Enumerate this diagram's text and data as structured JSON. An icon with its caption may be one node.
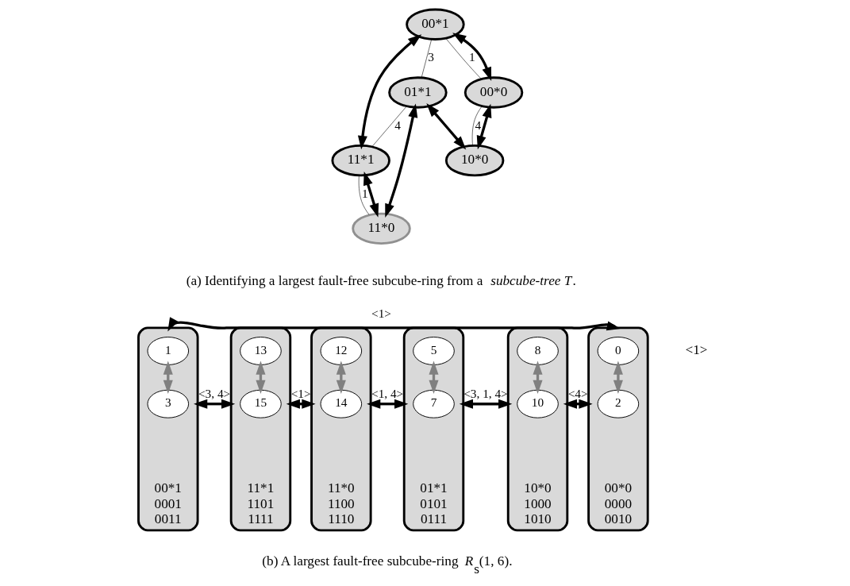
{
  "diagram": {
    "nodes": [
      {
        "text": [
          "00*1"
        ]
      },
      {
        "text": [
          "01*1"
        ]
      },
      {
        "text": [
          "00*0"
        ]
      },
      {
        "text": [
          "11*1"
        ]
      },
      {
        "text": [
          "10*0"
        ]
      },
      {
        "text": [
          "11*0"
        ]
      },
      {
        "text": [
          "00*1",
          "0001",
          "0011"
        ]
      },
      {
        "text": [
          "1"
        ],
        "in": 6
      },
      {
        "text": [
          "3"
        ],
        "in": 6
      },
      {
        "text": [
          "11*1",
          "1101",
          "1111"
        ]
      },
      {
        "text": [
          "13"
        ],
        "in": 9
      },
      {
        "text": [
          "15"
        ],
        "in": 9
      },
      {
        "text": [
          "11*0",
          "1100",
          "1110"
        ]
      },
      {
        "text": [
          "12"
        ],
        "in": 12
      },
      {
        "text": [
          "14"
        ],
        "in": 12
      },
      {
        "text": [
          "01*1",
          "0101",
          "0111"
        ]
      },
      {
        "text": [
          "5"
        ],
        "in": 15
      },
      {
        "text": [
          "7"
        ],
        "in": 15
      },
      {
        "text": [
          "10*0",
          "1000",
          "1010"
        ]
      },
      {
        "text": [
          "8"
        ],
        "in": 18
      },
      {
        "text": [
          "10"
        ],
        "in": 18
      },
      {
        "text": [
          "00*0",
          "0000",
          "0010"
        ]
      },
      {
        "text": [
          "0"
        ],
        "in": 21
      },
      {
        "text": [
          "2"
        ],
        "in": 21
      }
    ],
    "edges": [
      {
        "from": 0,
        "to": 1,
        "arrow": "none",
        "label": "3"
      },
      {
        "from": 0,
        "to": 2,
        "arrow": "none",
        "label": "1"
      },
      {
        "from": 1,
        "to": 3,
        "arrow": "none",
        "label": "4"
      },
      {
        "from": 2,
        "to": 4,
        "arrow": "none",
        "label": "4"
      },
      {
        "from": 3,
        "to": 5,
        "arrow": "none",
        "label": "1"
      },
      {
        "from": 0,
        "to": 3,
        "arrow": "both"
      },
      {
        "from": 0,
        "to": 2,
        "arrow": "both"
      },
      {
        "from": 1,
        "to": 4,
        "arrow": "both"
      },
      {
        "from": 1,
        "to": 5,
        "arrow": "both"
      },
      {
        "from": 2,
        "to": 4,
        "arrow": "both"
      },
      {
        "from": 3,
        "to": 5,
        "arrow": "both"
      },
      {
        "from": 7,
        "to": 8,
        "arrow": "both",
        "color": "#808080"
      },
      {
        "from": 10,
        "to": 11,
        "arrow": "both",
        "color": "#808080"
      },
      {
        "from": 13,
        "to": 14,
        "arrow": "both",
        "color": "#808080"
      },
      {
        "from": 16,
        "to": 17,
        "arrow": "both",
        "color": "#808080"
      },
      {
        "from": 19,
        "to": 20,
        "arrow": "both",
        "color": "#808080"
      },
      {
        "from": 22,
        "to": 23,
        "arrow": "both",
        "color": "#808080"
      },
      {
        "from": 6,
        "to": 9,
        "arrow": "both",
        "label": "<3, 4>"
      },
      {
        "from": 9,
        "to": 12,
        "arrow": "both",
        "label": "<1>"
      },
      {
        "from": 12,
        "to": 15,
        "arrow": "both",
        "label": "<1, 4>"
      },
      {
        "from": 15,
        "to": 18,
        "arrow": "both",
        "label": "<3, 1, 4>"
      },
      {
        "from": 18,
        "to": 21,
        "arrow": "both",
        "label": "<4>"
      },
      {
        "from": 21,
        "to": 6,
        "arrow": "both",
        "label": "<1>"
      }
    ],
    "labels": [
      "(a) Identifying a largest fault-free subcube-ring from a *subcube-tree T*.",
      "<1>",
      "(b) A largest fault-free subcube-ring *R*$_{s}$(1, 6)."
    ]
  }
}
